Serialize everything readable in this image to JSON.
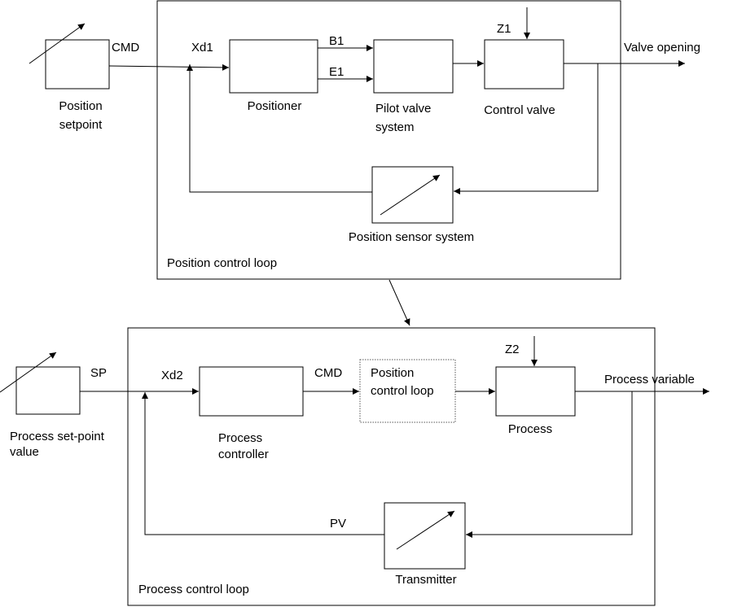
{
  "top_loop": {
    "caption": "Position control loop",
    "blocks": {
      "setpoint": {
        "line1": "Position",
        "line2": "setpoint"
      },
      "positioner": {
        "label": "Positioner"
      },
      "pilot": {
        "line1": "Pilot valve",
        "line2": "system"
      },
      "valve": {
        "label": "Control valve"
      },
      "sensor": {
        "label": "Position sensor system"
      }
    },
    "signals": {
      "cmd": "CMD",
      "xd1": "Xd1",
      "b1": "B1",
      "e1": "E1",
      "z1": "Z1",
      "output": "Valve opening"
    }
  },
  "bottom_loop": {
    "caption": "Process control loop",
    "blocks": {
      "setpoint": {
        "line1": "Process set-point",
        "line2": "value"
      },
      "controller": {
        "line1": "Process",
        "line2": "controller"
      },
      "position_loop": {
        "line1": "Position",
        "line2": "control loop"
      },
      "process": {
        "label": "Process"
      },
      "transmitter": {
        "label": "Transmitter"
      }
    },
    "signals": {
      "sp": "SP",
      "xd2": "Xd2",
      "cmd": "CMD",
      "z2": "Z2",
      "pv": "PV",
      "output": "Process variable"
    }
  }
}
